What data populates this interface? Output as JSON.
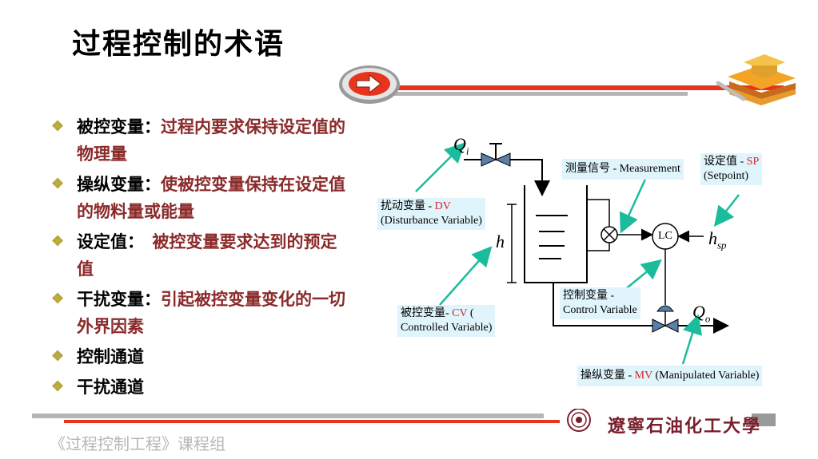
{
  "title": "过程控制的术语",
  "bullets": [
    {
      "term": "被控变量：",
      "def": "过程内要求保持设定值的物理量"
    },
    {
      "term": "操纵变量：",
      "def": "使被控变量保持在设定值的物料量或能量"
    },
    {
      "term": "设定值：",
      "def": "　被控变量要求达到的预定值"
    },
    {
      "term": "干扰变量：",
      "def": "引起被控变量变化的一切外界因素"
    },
    {
      "term": "控制通道",
      "def": ""
    },
    {
      "term": "干扰通道",
      "def": ""
    }
  ],
  "diagram": {
    "qi": "Q",
    "qi_sub": "i",
    "qo": "Q",
    "qo_sub": "o",
    "h": "h",
    "hsp": "h",
    "hsp_sub": "sp",
    "lc": "LC",
    "dv_box": {
      "line1_prefix": "扰动变量 - ",
      "line1_abbr": "DV",
      "line2": "(Disturbance Variable)"
    },
    "meas_box": {
      "text": "测量信号 - Measurement"
    },
    "sp_box": {
      "line1_prefix": "设定值 - ",
      "line1_abbr": "SP",
      "line2": "(Setpoint)"
    },
    "cv_box": {
      "line1_prefix": "被控变量- ",
      "line1_abbr": "CV",
      "line1_suffix": " (",
      "line2": "Controlled Variable)"
    },
    "ctrl_box": {
      "line1": "控制变量 -",
      "line2": "Control Variable"
    },
    "mv_box": {
      "prefix": "操纵变量 - ",
      "abbr": "MV",
      "suffix": " (Manipulated Variable)"
    }
  },
  "footer": "《过程控制工程》课程组",
  "university": "遼寧石油化工大學",
  "colors": {
    "accent_red": "#e8341c",
    "definition": "#8b2a2a",
    "box_bg": "#dff4fb",
    "arrow": "#1bbc9b"
  }
}
